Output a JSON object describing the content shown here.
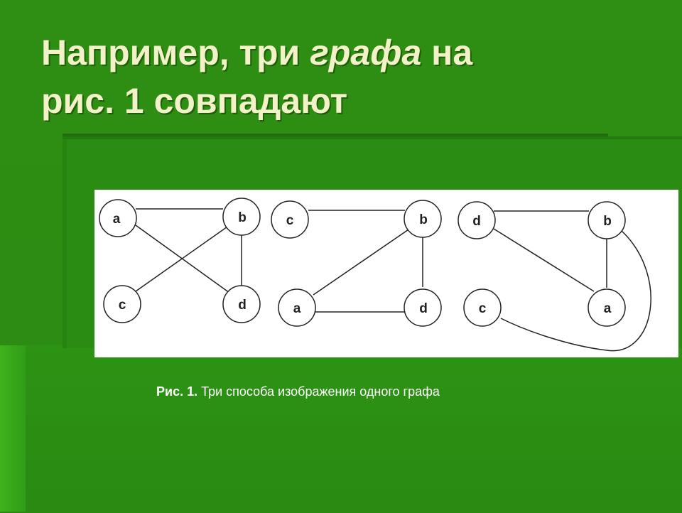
{
  "slide": {
    "title_part1": "Например, три ",
    "title_emph": "графа",
    "title_part2": " на",
    "title_line2": "рис. 1 совпадают",
    "caption_label": "Рис. 1.",
    "caption_text": " Три способа изображения одного графа"
  },
  "colors": {
    "background": "#2a8a12",
    "title": "#f3f1c8",
    "caption": "#ffffff",
    "figure_bg": "#ffffff",
    "stroke": "#222222"
  },
  "figure": {
    "graphs": [
      {
        "name": "graph-1",
        "nodes": [
          "a",
          "b",
          "c",
          "d"
        ],
        "edges": [
          [
            "a",
            "b"
          ],
          [
            "a",
            "d"
          ],
          [
            "b",
            "c"
          ],
          [
            "b",
            "d"
          ]
        ]
      },
      {
        "name": "graph-2",
        "nodes": [
          "c",
          "b",
          "a",
          "d"
        ],
        "edges": [
          [
            "c",
            "b"
          ],
          [
            "b",
            "a"
          ],
          [
            "b",
            "d"
          ],
          [
            "a",
            "d"
          ]
        ]
      },
      {
        "name": "graph-3",
        "nodes": [
          "d",
          "b",
          "c",
          "a"
        ],
        "edges": [
          [
            "d",
            "b"
          ],
          [
            "d",
            "a"
          ],
          [
            "b",
            "a"
          ],
          [
            "b",
            "c"
          ]
        ]
      }
    ]
  }
}
